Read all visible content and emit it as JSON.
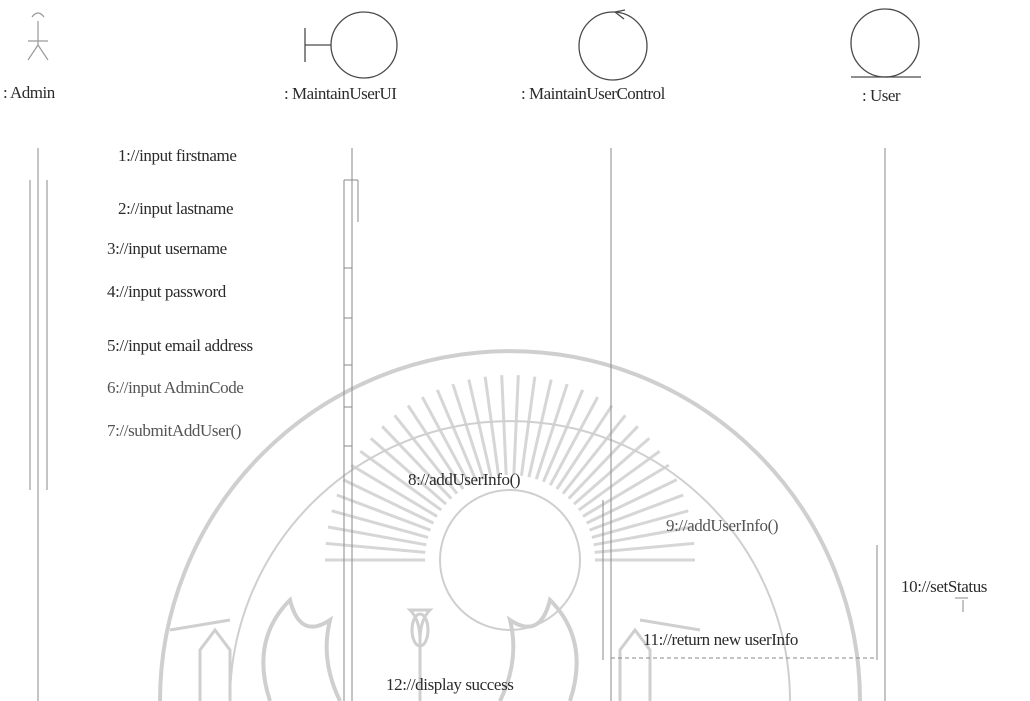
{
  "participants": [
    {
      "id": "admin",
      "name": ": Admin",
      "kind": "actor"
    },
    {
      "id": "ui",
      "name": ": MaintainUserUI",
      "kind": "boundary"
    },
    {
      "id": "control",
      "name": ": MaintainUserControl",
      "kind": "control"
    },
    {
      "id": "user",
      "name": ": User",
      "kind": "entity"
    }
  ],
  "messages": [
    {
      "label": "1://input  firstname"
    },
    {
      "label": "2://input  lastname"
    },
    {
      "label": "3://input username"
    },
    {
      "label": "4://input password"
    },
    {
      "label": "5://input email address"
    },
    {
      "label": "6://input AdminCode"
    },
    {
      "label": "7://submitAddUser()"
    },
    {
      "label": "8://addUserInfo()"
    },
    {
      "label": "9://addUserInfo()"
    },
    {
      "label": "10://setStatus"
    },
    {
      "label": "11://return  new userInfo"
    },
    {
      "label": "12://display success"
    }
  ],
  "colors": {
    "line": "#6f6f6f",
    "watermark": "#dcdcdc"
  }
}
